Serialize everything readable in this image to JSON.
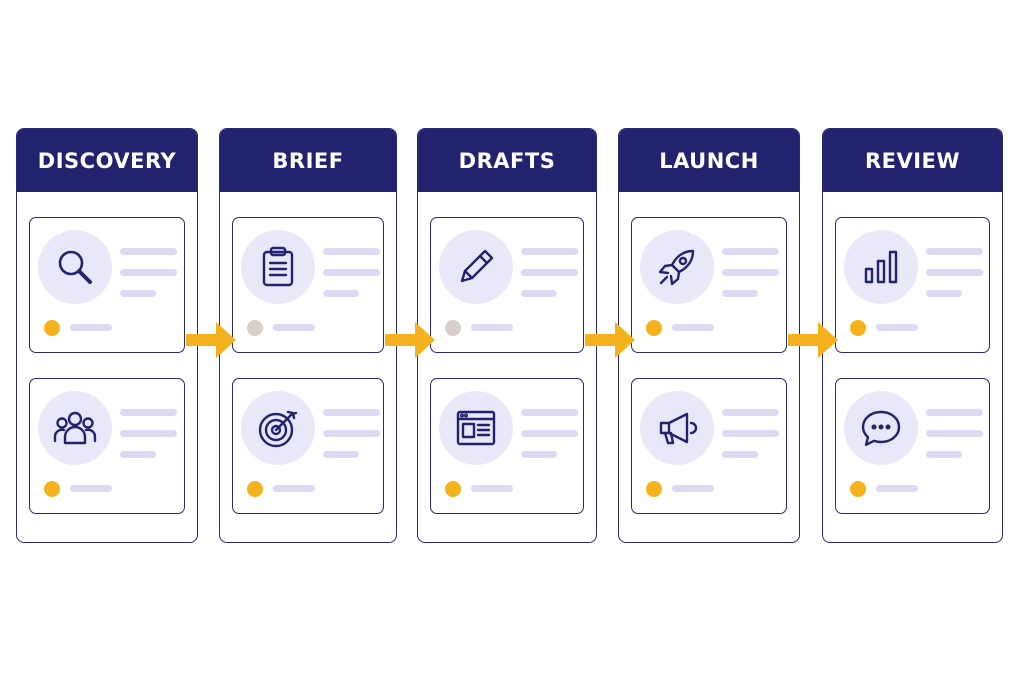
{
  "colors": {
    "header_bg": "#23226f",
    "border": "#2a2a78",
    "icon_bg": "#e9e8f8",
    "placeholder_line": "#dcdaf3",
    "dot_active": "#f5b21d",
    "dot_inactive": "#d8cfcb",
    "arrow": "#f5b21d"
  },
  "stages": [
    {
      "title": "DISCOVERY",
      "cards": [
        {
          "icon": "magnifier-icon",
          "dot": "active"
        },
        {
          "icon": "users-group-icon",
          "dot": "active"
        }
      ]
    },
    {
      "title": "BRIEF",
      "cards": [
        {
          "icon": "clipboard-icon",
          "dot": "inactive"
        },
        {
          "icon": "target-icon",
          "dot": "active"
        }
      ]
    },
    {
      "title": "DRAFTS",
      "cards": [
        {
          "icon": "pencil-icon",
          "dot": "inactive"
        },
        {
          "icon": "browser-window-icon",
          "dot": "active"
        }
      ]
    },
    {
      "title": "LAUNCH",
      "cards": [
        {
          "icon": "rocket-icon",
          "dot": "active"
        },
        {
          "icon": "megaphone-icon",
          "dot": "active"
        }
      ]
    },
    {
      "title": "REVIEW",
      "cards": [
        {
          "icon": "bar-chart-icon",
          "dot": "active"
        },
        {
          "icon": "chat-bubble-icon",
          "dot": "active"
        }
      ]
    }
  ]
}
